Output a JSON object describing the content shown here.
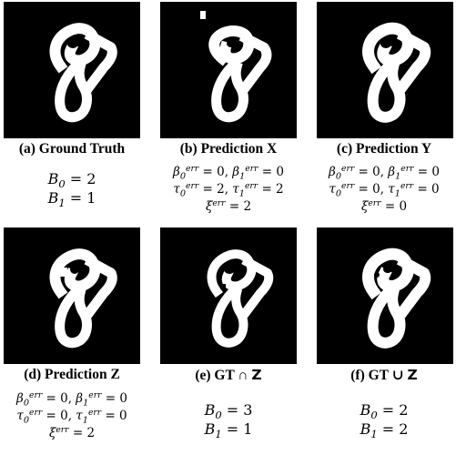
{
  "panels": [
    {
      "id": "a",
      "caption": {
        "label": "(a) Ground Truth",
        "set_symbol": ""
      },
      "metrics": {
        "lines": [
          {
            "parts": [
              {
                "sym": "B",
                "sub": "0",
                "sup": ""
              },
              {
                "text": " = 2"
              }
            ]
          },
          {
            "parts": [
              {
                "sym": "B",
                "sub": "1",
                "sup": ""
              },
              {
                "text": " = 1"
              }
            ]
          }
        ]
      }
    },
    {
      "id": "b",
      "caption": {
        "label": "(b) Prediction X",
        "set_symbol": ""
      },
      "metrics": {
        "lines": [
          {
            "parts": [
              {
                "sym": "β",
                "sub": "0",
                "sup": "err"
              },
              {
                "text": " = 0, "
              },
              {
                "sym": "β",
                "sub": "1",
                "sup": "err"
              },
              {
                "text": " = 0"
              }
            ]
          },
          {
            "parts": [
              {
                "sym": "τ",
                "sub": "0",
                "sup": "err"
              },
              {
                "text": " = 2, "
              },
              {
                "sym": "τ",
                "sub": "1",
                "sup": "err"
              },
              {
                "text": " = 2"
              }
            ]
          },
          {
            "parts": [
              {
                "sym": "ξ",
                "sub": "",
                "sup": "err"
              },
              {
                "text": " = 2"
              }
            ]
          }
        ]
      }
    },
    {
      "id": "c",
      "caption": {
        "label": "(c) Prediction Y",
        "set_symbol": ""
      },
      "metrics": {
        "lines": [
          {
            "parts": [
              {
                "sym": "β",
                "sub": "0",
                "sup": "err"
              },
              {
                "text": " = 0, "
              },
              {
                "sym": "β",
                "sub": "1",
                "sup": "err"
              },
              {
                "text": " = 0"
              }
            ]
          },
          {
            "parts": [
              {
                "sym": "τ",
                "sub": "0",
                "sup": "err"
              },
              {
                "text": " = 0, "
              },
              {
                "sym": "τ",
                "sub": "1",
                "sup": "err"
              },
              {
                "text": " = 0"
              }
            ]
          },
          {
            "parts": [
              {
                "sym": "ξ",
                "sub": "",
                "sup": "err"
              },
              {
                "text": " = 0"
              }
            ]
          }
        ]
      }
    },
    {
      "id": "d",
      "caption": {
        "label": "(d) Prediction Z",
        "set_symbol": ""
      },
      "metrics": {
        "lines": [
          {
            "parts": [
              {
                "sym": "β",
                "sub": "0",
                "sup": "err"
              },
              {
                "text": " = 0, "
              },
              {
                "sym": "β",
                "sub": "1",
                "sup": "err"
              },
              {
                "text": " = 0"
              }
            ]
          },
          {
            "parts": [
              {
                "sym": "τ",
                "sub": "0",
                "sup": "err"
              },
              {
                "text": " = 0, "
              },
              {
                "sym": "τ",
                "sub": "1",
                "sup": "err"
              },
              {
                "text": " = 0"
              }
            ]
          },
          {
            "parts": [
              {
                "sym": "ξ",
                "sub": "",
                "sup": "err"
              },
              {
                "text": " = 2"
              }
            ]
          }
        ]
      }
    },
    {
      "id": "e",
      "caption": {
        "label": "(e) GT ∩ ",
        "set_symbol": "Z"
      },
      "metrics": {
        "lines": [
          {
            "parts": [
              {
                "sym": "B",
                "sub": "0",
                "sup": ""
              },
              {
                "text": " = 3"
              }
            ]
          },
          {
            "parts": [
              {
                "sym": "B",
                "sub": "1",
                "sup": ""
              },
              {
                "text": " = 1"
              }
            ]
          }
        ]
      }
    },
    {
      "id": "f",
      "caption": {
        "label": "(f) GT ∪ ",
        "set_symbol": "Z"
      },
      "metrics": {
        "lines": [
          {
            "parts": [
              {
                "sym": "B",
                "sub": "0",
                "sup": ""
              },
              {
                "text": " = 2"
              }
            ]
          },
          {
            "parts": [
              {
                "sym": "B",
                "sub": "1",
                "sup": ""
              },
              {
                "text": " = 2"
              }
            ]
          }
        ]
      }
    }
  ]
}
